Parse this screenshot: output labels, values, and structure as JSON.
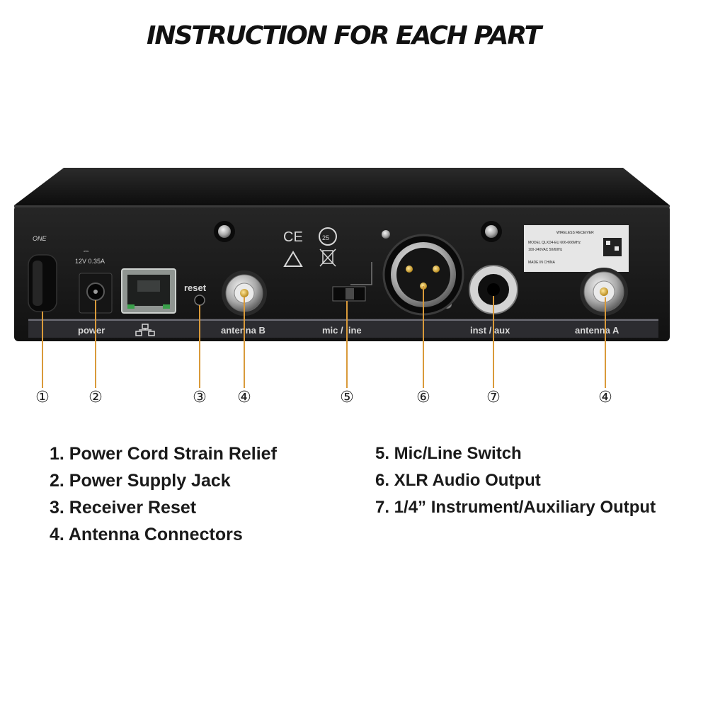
{
  "title": "INSTRUCTION FOR EACH PART",
  "panel": {
    "power_rating_symbol": "⎓",
    "power_rating": "12V 0.35A",
    "reset": "reset",
    "labels": {
      "power": "power",
      "antenna_b": "antenna B",
      "mic_line": "mic / line",
      "inst_aux": "inst / aux",
      "antenna_a": "antenna A"
    },
    "cert_ce": "CE",
    "cert_25": "25",
    "sticker_lines": [
      "WIRELESS RECEIVER",
      "MODEL QLXD4-EU  606-666MHz",
      "100-240VAC 50/60Hz",
      "MADE IN CHINA"
    ],
    "logo": "ONE"
  },
  "callouts": [
    "①",
    "②",
    "③",
    "④",
    "④",
    "⑤",
    "⑥",
    "⑦"
  ],
  "legend_left": [
    "1. Power Cord Strain Relief",
    "2. Power Supply Jack",
    "3. Receiver Reset",
    "4. Antenna Connectors"
  ],
  "legend_right": [
    "5. Mic/Line Switch",
    "6. XLR Audio Output",
    "7. 1/4” Instrument/Auxiliary Output"
  ],
  "colors": {
    "leader": "#d99a3a",
    "panel": "#1c1c1c",
    "label_strip": "#cfcfd6"
  }
}
